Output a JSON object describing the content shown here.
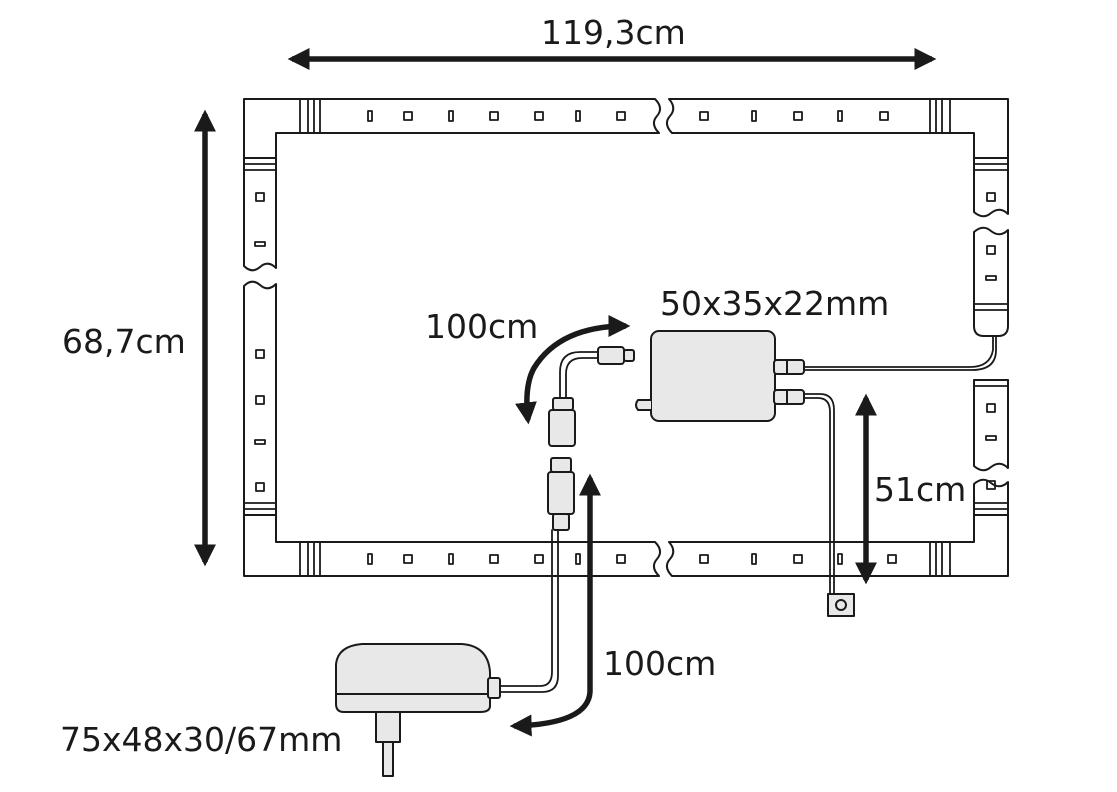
{
  "dimensions": {
    "width_label": "119,3cm",
    "height_label": "68,7cm",
    "controller_size": "50x35x22mm",
    "controller_cable": "100cm",
    "power_cable": "100cm",
    "sensor_cable": "51cm",
    "adapter_size": "75x48x30/67mm"
  },
  "colors": {
    "stroke": "#1a1a1a",
    "component_fill": "#e8e8e8",
    "background": "#ffffff"
  }
}
